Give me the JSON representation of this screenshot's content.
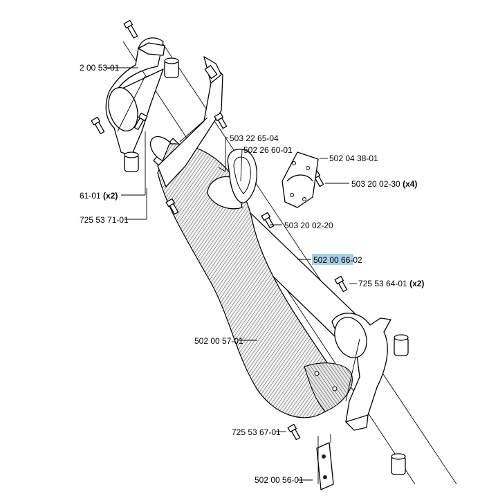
{
  "labels": {
    "l1": {
      "text": "2 00 53-01",
      "qty": ""
    },
    "l2": {
      "text": "503 22 65-04",
      "qty": ""
    },
    "l3": {
      "text": "502 26 60-01",
      "qty": ""
    },
    "l4": {
      "text": "502 04 38-01",
      "qty": ""
    },
    "l5": {
      "text": "503 20 02-30",
      "qty": "(x4)"
    },
    "l6": {
      "text": "61-01",
      "qty": "(x2)"
    },
    "l7": {
      "text": "725 53 71-01",
      "qty": ""
    },
    "l8": {
      "text": "503 20 02-20",
      "qty": ""
    },
    "l9": {
      "text": "502 00 66-02",
      "qty": ""
    },
    "l10": {
      "text": "725 53 64-01",
      "qty": "(x2)"
    },
    "l11": {
      "text": "502 00 57-01",
      "qty": ""
    },
    "l12": {
      "text": "725 53 67-01",
      "qty": ""
    },
    "l13": {
      "text": "502 00 56-01",
      "qty": ""
    }
  },
  "colors": {
    "highlight": "#a9cfe4",
    "ink": "#000000",
    "hatch": "#555555"
  }
}
